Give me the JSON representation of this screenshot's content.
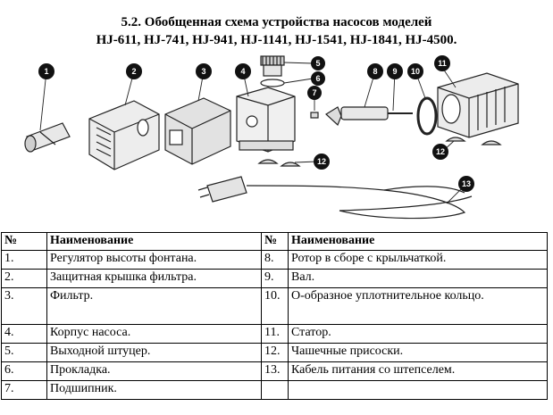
{
  "title_line1": "5.2. Обобщенная схема устройства насосов моделей",
  "title_line2": "HJ-611, HJ-741, HJ-941, HJ-1141, HJ-1541, HJ-1841, HJ-4500.",
  "callouts": [
    "1",
    "2",
    "3",
    "4",
    "5",
    "6",
    "7",
    "8",
    "9",
    "10",
    "11",
    "12",
    "12",
    "13"
  ],
  "table": {
    "head": {
      "num1": "№",
      "name1": "Наименование",
      "num2": "№",
      "name2": "Наименование"
    },
    "rows": [
      {
        "n1": "1.",
        "t1": "Регулятор высоты фонтана.",
        "n2": "8.",
        "t2": "Ротор в сборе с крыльчаткой."
      },
      {
        "n1": "2.",
        "t1": "Защитная крышка фильтра.",
        "n2": "9.",
        "t2": "Вал."
      },
      {
        "n1": "3.",
        "t1": "Фильтр.",
        "n2": "10.",
        "t2": "О-образное уплотнительное кольцо."
      },
      {
        "n1": "4.",
        "t1": "Корпус насоса.",
        "n2": "11.",
        "t2": "Статор."
      },
      {
        "n1": "5.",
        "t1": "Выходной штуцер.",
        "n2": "12.",
        "t2": "Чашечные присоски."
      },
      {
        "n1": "6.",
        "t1": "Прокладка.",
        "n2": "13.",
        "t2": "Кабель питания со штепселем."
      },
      {
        "n1": "7.",
        "t1": "Подшипник.",
        "n2": "",
        "t2": ""
      }
    ]
  }
}
